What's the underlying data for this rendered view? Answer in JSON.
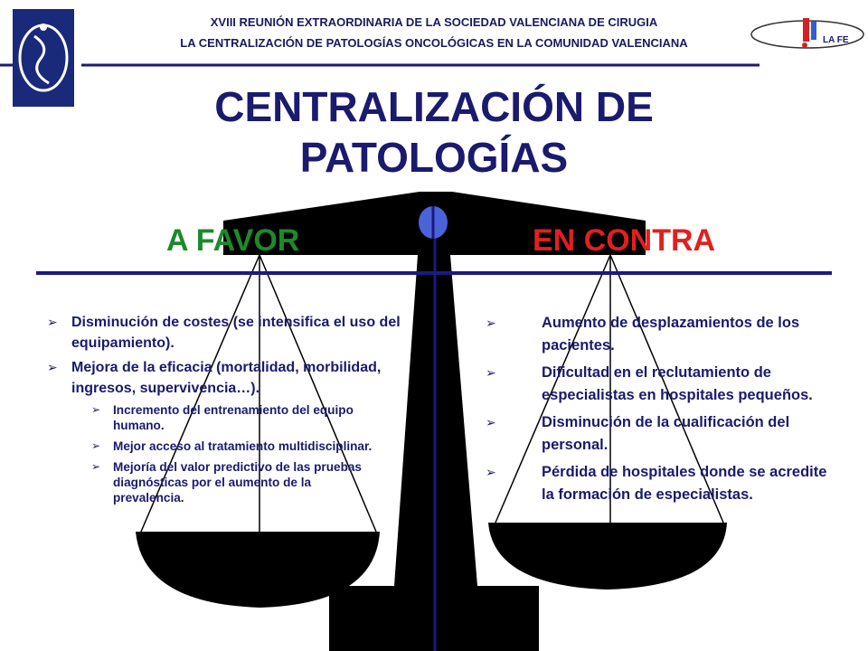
{
  "header": {
    "line1": "XVIII REUNIÓN EXTRAORDINARIA DE LA SOCIEDAD VALENCIANA DE CIRUGIA",
    "line2": "LA CENTRALIZACIÓN DE PATOLOGÍAS ONCOLÓGICAS EN LA COMUNIDAD VALENCIANA",
    "logo_right_text": "LA FE"
  },
  "title": {
    "line1": "CENTRALIZACIÓN DE",
    "line2": "PATOLOGÍAS"
  },
  "columns": {
    "favor": {
      "label": "A FAVOR",
      "color": "#1c8a2c"
    },
    "contra": {
      "label": "EN CONTRA",
      "color": "#e02020"
    }
  },
  "favor_items": [
    "Disminución de costes (se intensifica el uso del equipamiento).",
    "Mejora de la eficacia (mortalidad, morbilidad, ingresos, supervivencia…)."
  ],
  "favor_subitems": [
    "Incremento del entrenamiento del equipo humano.",
    "Mejor acceso al tratamiento multidisciplinar.",
    "Mejoría del valor predictivo de las pruebas diagnósticas por el aumento de la prevalencia."
  ],
  "contra_items": [
    "Aumento de desplazamientos de los pacientes.",
    "Dificultad en el reclutamiento de especialistas en hospitales pequeños.",
    "Disminución de la cualificación del personal.",
    "Pérdida de hospitales donde se acredite la formación de especialistas."
  ],
  "colors": {
    "navy": "#1a1a6e",
    "scale": "#000000",
    "divider": "#1a1a80",
    "pivot": "#4a63d8"
  },
  "icons": {
    "bullet": "arrow-right-icon",
    "logo_left": "society-emblem-icon",
    "logo_right": "la-fe-hospital-logo"
  }
}
